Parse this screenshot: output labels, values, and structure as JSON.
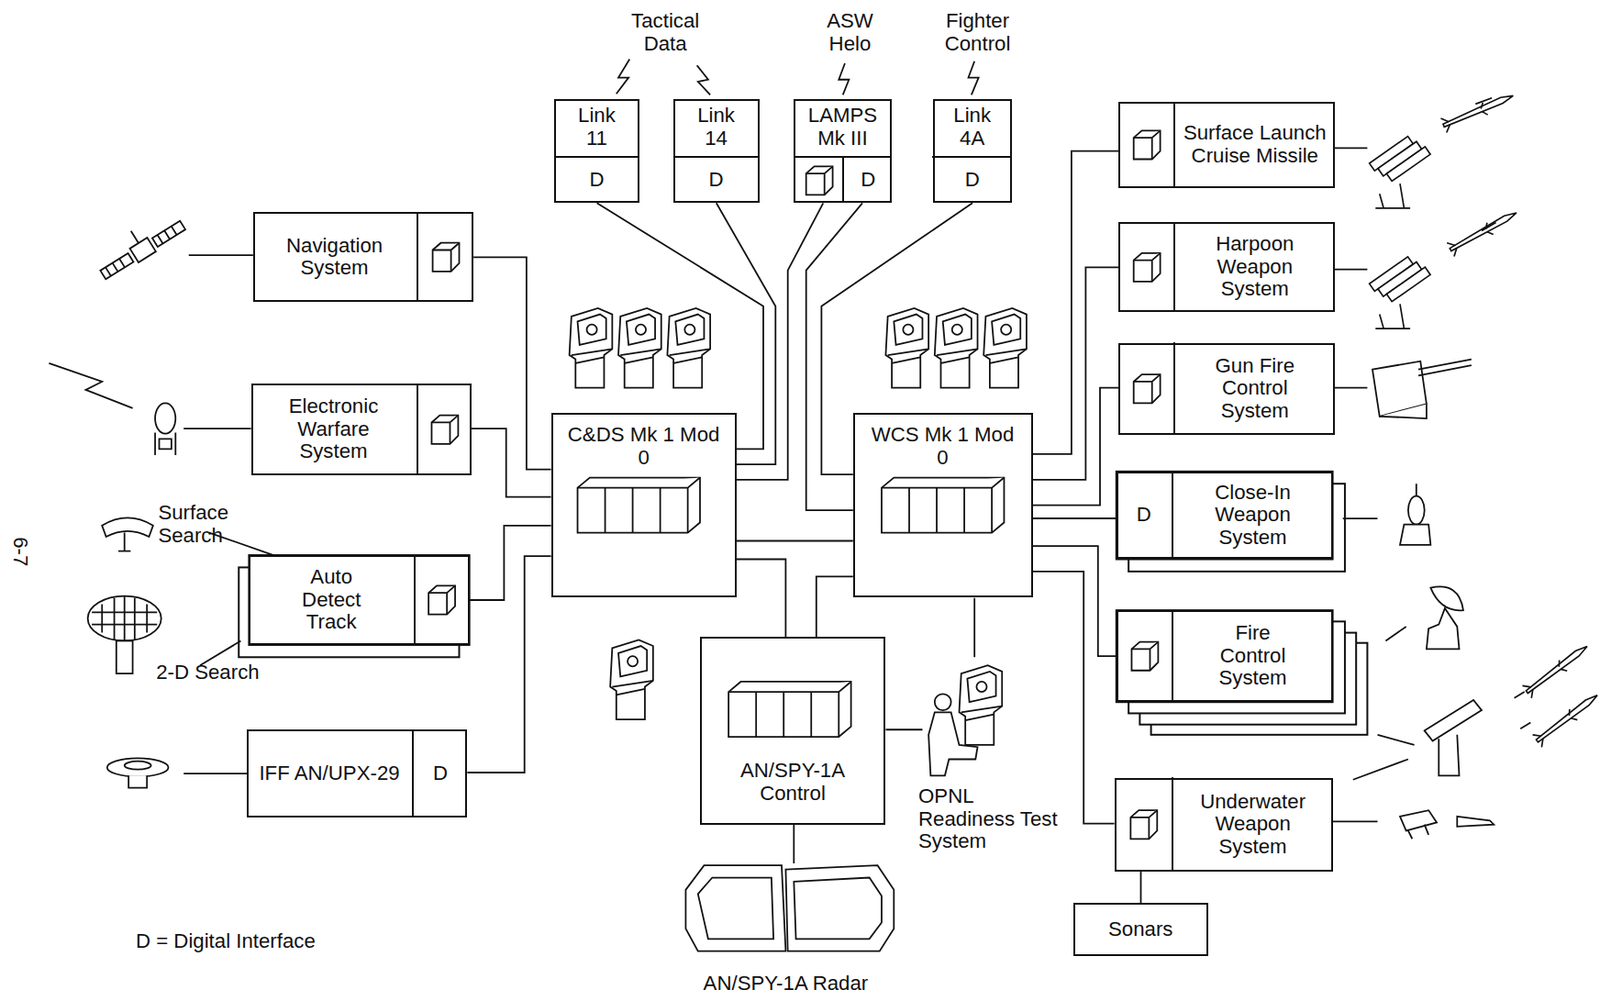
{
  "diagram": {
    "nodes": [
      {
        "text": [
          "Link 11",
          "D"
        ]
      },
      {
        "text": [
          "Link 14",
          "D"
        ]
      },
      {
        "text": [
          "LAMPS Mk III",
          "D"
        ]
      },
      {
        "text": [
          "Link 4A",
          "D"
        ]
      },
      {
        "text": [
          "Surface Launch Cruise Missile"
        ]
      },
      {
        "text": [
          "Navigation System"
        ]
      },
      {
        "text": [
          "Harpoon Weapon System"
        ]
      },
      {
        "text": [
          "Gun Fire Control System"
        ]
      },
      {
        "text": [
          "Electronic Warfare System"
        ]
      },
      {
        "text": [
          "C&DS Mk 1 Mod 0"
        ]
      },
      {
        "text": [
          "WCS Mk 1 Mod 0"
        ]
      },
      {
        "text": [
          "D",
          "Close-In Weapon System"
        ]
      },
      {
        "text": [
          "Auto Detect Track"
        ]
      },
      {
        "text": [
          "Fire Control System"
        ]
      },
      {
        "text": [
          "IFF AN/UPX-29",
          "D"
        ]
      },
      {
        "text": [
          "AN/SPY-1A Control"
        ]
      },
      {
        "text": [
          "Underwater Weapon System"
        ]
      },
      {
        "text": [
          "Sonars"
        ]
      }
    ],
    "edges": [
      {
        "from": 0,
        "to": 9,
        "arrow": "none"
      },
      {
        "from": 1,
        "to": 9,
        "arrow": "none"
      },
      {
        "from": 2,
        "to": 9,
        "arrow": "none"
      },
      {
        "from": 2,
        "to": 10,
        "arrow": "none"
      },
      {
        "from": 3,
        "to": 10,
        "arrow": "none"
      },
      {
        "from": 5,
        "to": 9,
        "arrow": "none"
      },
      {
        "from": 8,
        "to": 9,
        "arrow": "none"
      },
      {
        "from": 12,
        "to": 9,
        "arrow": "none"
      },
      {
        "from": 14,
        "to": 9,
        "arrow": "none"
      },
      {
        "from": 9,
        "to": 10,
        "arrow": "none"
      },
      {
        "from": 9,
        "to": 15,
        "arrow": "none"
      },
      {
        "from": 10,
        "to": 15,
        "arrow": "none"
      },
      {
        "from": 10,
        "to": 4,
        "arrow": "none"
      },
      {
        "from": 10,
        "to": 6,
        "arrow": "none"
      },
      {
        "from": 10,
        "to": 7,
        "arrow": "none"
      },
      {
        "from": 10,
        "to": 11,
        "arrow": "none"
      },
      {
        "from": 10,
        "to": 13,
        "arrow": "none"
      },
      {
        "from": 10,
        "to": 16,
        "arrow": "none"
      },
      {
        "from": 16,
        "to": 17,
        "arrow": "none"
      }
    ],
    "labels": [
      "Tactical Data",
      "ASW Helo",
      "Fighter Control",
      "Surface Search",
      "2-D Search",
      "OPNL Readiness Test System",
      "AN/SPY-1A Radar",
      "D = Digital Interface",
      "6-7"
    ]
  }
}
